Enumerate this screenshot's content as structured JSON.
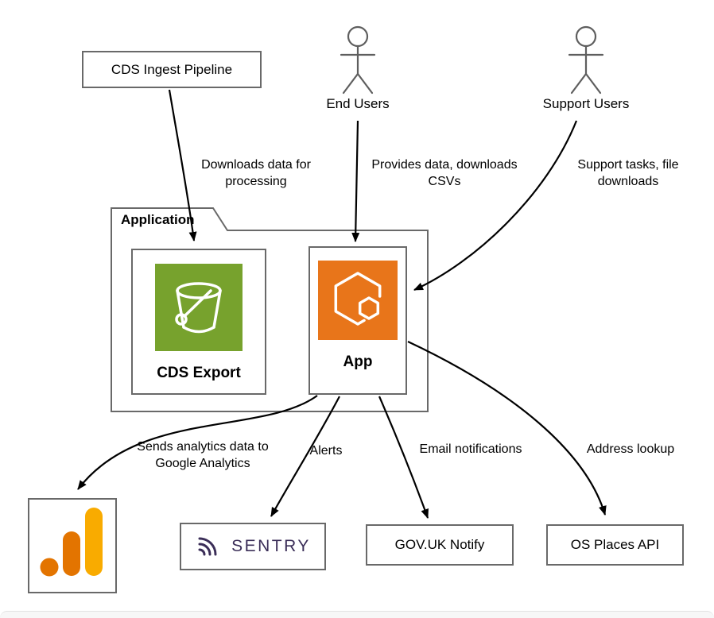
{
  "title": "Application architecture diagram",
  "colors": {
    "arrow": "#000000",
    "box_border": "#696969",
    "actor_stroke": "#5e5e5e",
    "s3_green": "#77A22D",
    "ecs_orange": "#E8751A",
    "ga_orange": "#E37400",
    "ga_amber": "#F9AB00",
    "sentry_purple": "#3B2E58"
  },
  "icons": {
    "cds_export": "s3-bucket-icon",
    "app": "ecs-hexagon-icon",
    "google_analytics": "analytics-bars-icon",
    "sentry": "sentry-ripple-icon",
    "end_users": "stick-figure-actor-icon",
    "support_users": "stick-figure-actor-icon"
  },
  "nodes": {
    "cds_ingest_pipeline": {
      "label": "CDS Ingest Pipeline"
    },
    "end_users": {
      "label": "End Users"
    },
    "support_users": {
      "label": "Support Users"
    },
    "application": {
      "label": "Application"
    },
    "cds_export": {
      "label": "CDS Export"
    },
    "app": {
      "label": "App"
    },
    "google_analytics": {
      "label": ""
    },
    "sentry": {
      "label": "SENTRY"
    },
    "govuk_notify": {
      "label": "GOV.UK Notify"
    },
    "os_places_api": {
      "label": "OS Places API"
    }
  },
  "edges": [
    {
      "from": "CDS Ingest Pipeline",
      "to": "CDS Export",
      "label": "Downloads data for\nprocessing"
    },
    {
      "from": "End Users",
      "to": "App",
      "label": "Provides data, downloads\nCSVs"
    },
    {
      "from": "Support Users",
      "to": "App",
      "label": "Support tasks, file\ndownloads"
    },
    {
      "from": "App",
      "to": "Google Analytics",
      "label": "Sends analytics data to\nGoogle Analytics"
    },
    {
      "from": "App",
      "to": "Sentry",
      "label": "Alerts"
    },
    {
      "from": "App",
      "to": "GOV.UK Notify",
      "label": "Email notifications"
    },
    {
      "from": "App",
      "to": "OS Places API",
      "label": "Address lookup"
    }
  ]
}
